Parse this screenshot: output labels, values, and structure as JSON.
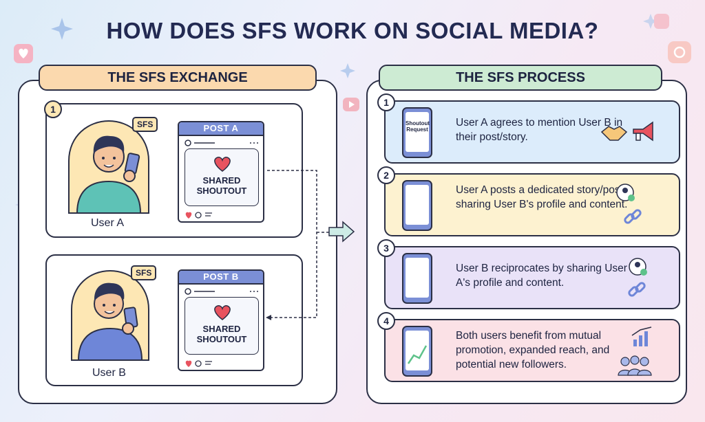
{
  "title": "HOW DOES SFS WORK ON SOCIAL MEDIA?",
  "exchange": {
    "header": "THE SFS EXCHANGE",
    "cards": [
      {
        "number": "1",
        "bubble": "SFS",
        "post_title": "POST A",
        "post_text_1": "SHARED",
        "post_text_2": "SHOUTOUT",
        "user": "User A"
      },
      {
        "number": "",
        "bubble": "SFS",
        "post_title": "POST B",
        "post_text_1": "SHARED",
        "post_text_2": "SHOUTOUT",
        "user": "User B"
      }
    ]
  },
  "process": {
    "header": "THE SFS PROCESS",
    "steps": [
      {
        "number": "1",
        "text": "User A agrees to mention User B in their post/story.",
        "phone_label_1": "Shoutout",
        "phone_label_2": "Request",
        "color": "#dcecfb"
      },
      {
        "number": "2",
        "text": "User A posts a dedicated story/post sharing User B's profile and content.",
        "color": "#fdf2d0"
      },
      {
        "number": "3",
        "text": "User B reciprocates by sharing User A's profile and content.",
        "color": "#e9e2f8"
      },
      {
        "number": "4",
        "text": "Both users benefit from mutual promotion, expanded reach, and potential new followers.",
        "color": "#fbe1e6"
      }
    ]
  },
  "colors": {
    "exchange_header": "#fbd9ae",
    "process_header": "#cdebd3",
    "post_header": "#7b8fd6",
    "heart": "#e8535f",
    "skin": "#f3c39c",
    "shirt_a": "#5ec2b6",
    "shirt_b": "#6e86d8"
  }
}
